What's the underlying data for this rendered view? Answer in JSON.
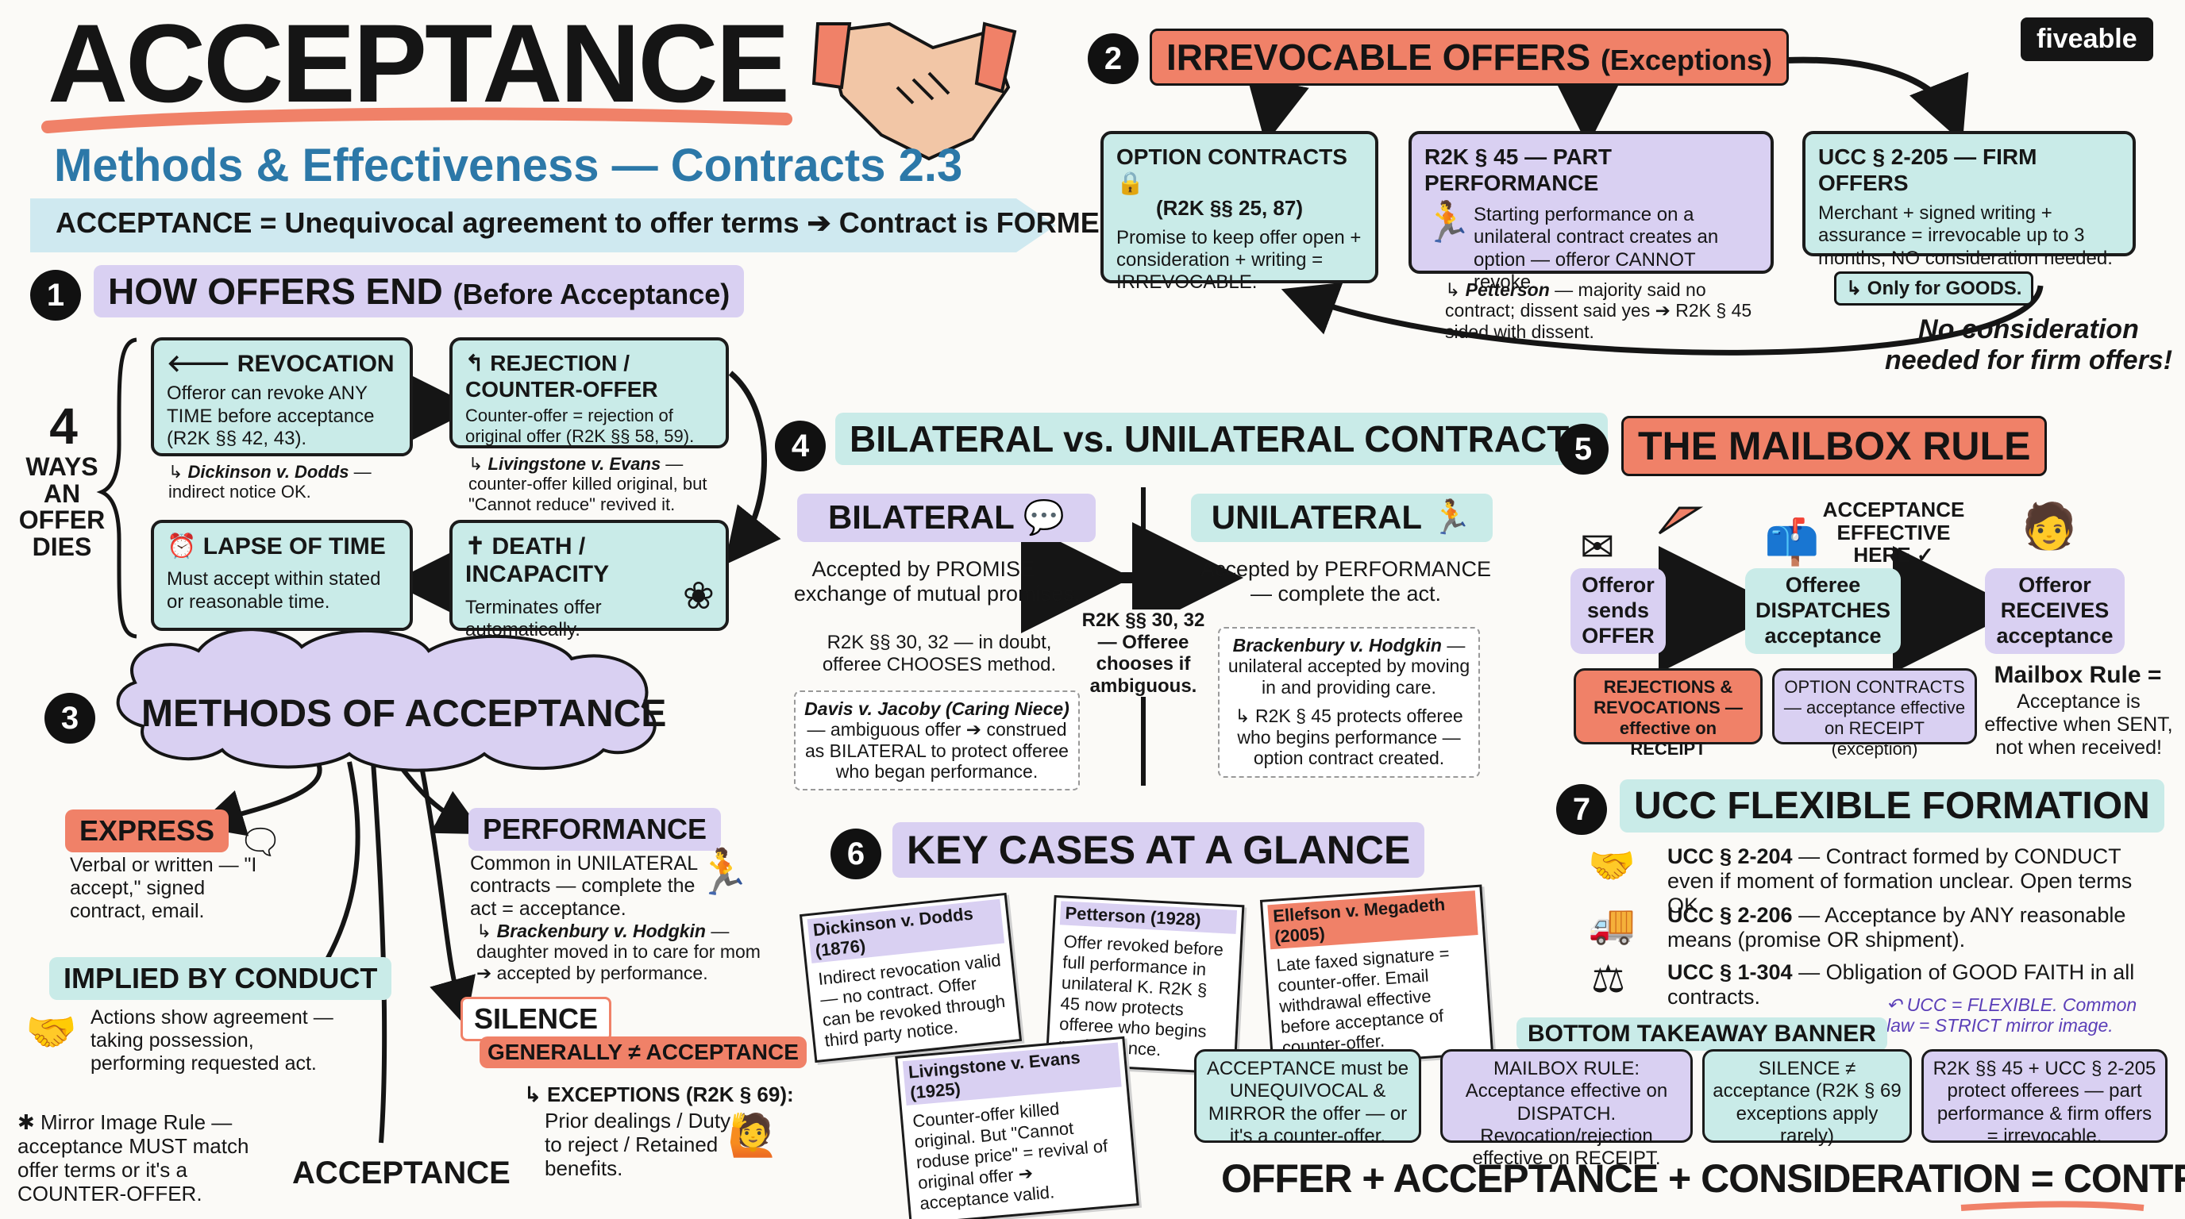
{
  "header": {
    "title": "ACCEPTANCE",
    "subtitle": "Methods & Effectiveness — Contracts 2.3",
    "definition": "ACCEPTANCE = Unequivocal agreement to offer terms ➔ Contract is FORMED",
    "brand": "fiveable"
  },
  "colors": {
    "teal": "#c9ebe8",
    "lavender": "#d9d0f2",
    "salmon": "#f08168",
    "ink": "#151515",
    "blue_title": "#2c78a8"
  },
  "section1": {
    "num": "1",
    "title": "HOW OFFERS END",
    "title_sub": "(Before Acceptance)",
    "ways_num": "4",
    "ways_label": "WAYS AN OFFER DIES",
    "revocation": {
      "title": "REVOCATION",
      "body": "Offeror can revoke ANY TIME before acceptance (R2K §§ 42, 43).",
      "note_case": "Dickinson v. Dodds",
      "note_rest": " — indirect notice OK."
    },
    "rejection": {
      "title": "REJECTION / COUNTER-OFFER",
      "body": "Counter-offer = rejection of original offer (R2K §§ 58, 59).",
      "note_case": "Livingstone v. Evans",
      "note_rest": " — counter-offer killed original, but \"Cannot reduce\" revived it."
    },
    "lapse": {
      "title": "LAPSE OF TIME",
      "body": "Must accept within stated or reasonable time."
    },
    "death": {
      "title": "DEATH / INCAPACITY",
      "body": "Terminates offer automatically."
    }
  },
  "section2": {
    "num": "2",
    "title": "IRREVOCABLE OFFERS",
    "title_sub": "(Exceptions)",
    "option": {
      "title": "OPTION CONTRACTS",
      "cite": "(R2K §§ 25, 87)",
      "body": "Promise to keep offer open + consideration + writing = IRREVOCABLE."
    },
    "part": {
      "title": "R2K § 45 — PART PERFORMANCE",
      "body": "Starting performance on a unilateral contract creates an option — offeror CANNOT revoke.",
      "note_case": "Petterson",
      "note_rest": " — majority said no contract; dissent said yes ➔ R2K § 45 sided with dissent."
    },
    "firm": {
      "title": "UCC § 2-205 — FIRM OFFERS",
      "body": "Merchant + signed writing + assurance = irrevocable up to 3 months, NO consideration needed.",
      "note": "Only for GOODS.",
      "callout": "No consideration needed for firm offers!"
    }
  },
  "section3": {
    "num": "3",
    "title": "METHODS OF ACCEPTANCE",
    "root": "ACCEPTANCE",
    "express": {
      "title": "EXPRESS",
      "body": "Verbal or written — \"I accept,\" signed contract, email."
    },
    "implied": {
      "title": "IMPLIED BY CONDUCT",
      "body": "Actions show agreement — taking possession, performing requested act."
    },
    "mirror": "✱ Mirror Image Rule — acceptance MUST match offer terms or it's a COUNTER-OFFER.",
    "performance": {
      "title": "PERFORMANCE",
      "body": "Common in UNILATERAL contracts — complete the act = acceptance.",
      "note_case": "Brackenbury v. Hodgkin",
      "note_rest": " — daughter moved in to care for mom ➔ accepted by performance."
    },
    "silence": {
      "title": "SILENCE",
      "sub": "GENERALLY ≠ ACCEPTANCE",
      "exceptions": "EXCEPTIONS (R2K § 69):",
      "body": "Prior dealings / Duty to reject / Retained benefits."
    }
  },
  "section4": {
    "num": "4",
    "title": "BILATERAL vs. UNILATERAL CONTRACTS",
    "bilateral": {
      "title": "BILATERAL",
      "body": "Accepted by PROMISE — exchange of mutual promises.",
      "rule": "R2K §§ 30, 32 — in doubt, offeree CHOOSES method.",
      "case_title": "Davis v. Jacoby (Caring Niece)",
      "case_body": " — ambiguous offer ➔ construed as BILATERAL to protect offeree who began performance."
    },
    "middle": "R2K §§ 30, 32 — Offeree chooses if ambiguous.",
    "unilateral": {
      "title": "UNILATERAL",
      "body": "Accepted by PERFORMANCE — complete the act.",
      "case_title": "Brackenbury v. Hodgkin",
      "case_body": " — unilateral accepted by moving in and providing care.",
      "rule": "R2K § 45 protects offeree who begins performance — option contract created."
    }
  },
  "section5": {
    "num": "5",
    "title": "THE MAILBOX RULE",
    "step1": "Offeror sends OFFER",
    "step2": "Offeree DISPATCHES acceptance",
    "step3": "Offeror RECEIVES acceptance",
    "flag": "ACCEPTANCE EFFECTIVE HERE ✓",
    "rejections": "REJECTIONS & REVOCATIONS — effective on RECEIPT",
    "options": "OPTION CONTRACTS — acceptance effective on RECEIPT (exception)",
    "summary_title": "Mailbox Rule =",
    "summary_body": "Acceptance is effective when SENT, not when received!"
  },
  "section6": {
    "num": "6",
    "title": "KEY CASES AT A GLANCE",
    "cases": [
      {
        "title": "Dickinson v. Dodds (1876)",
        "body": "Indirect revocation valid — no contract. Offer can be revoked through third party notice."
      },
      {
        "title": "Petterson (1928)",
        "body": "Offer revoked before full performance in unilateral K. R2K § 45 now protects offeree who begins performance."
      },
      {
        "title": "Ellefson v. Megadeth (2005)",
        "body": "Late faxed signature = counter-offer. Email withdrawal effective before acceptance of counter-offer."
      },
      {
        "title": "Livingstone v. Evans (1925)",
        "body": "Counter-offer killed original. But \"Cannot roduse price\" = revival of original offer ➔ acceptance valid."
      }
    ]
  },
  "section7": {
    "num": "7",
    "title": "UCC FLEXIBLE FORMATION",
    "items": [
      {
        "head": "UCC § 2-204",
        "body": " — Contract formed by CONDUCT even if moment of formation unclear. Open terms OK."
      },
      {
        "head": "UCC § 2-206",
        "body": " — Acceptance by ANY reasonable means (promise OR shipment)."
      },
      {
        "head": "UCC § 1-304",
        "body": " — Obligation of GOOD FAITH in all contracts."
      }
    ],
    "aside": "UCC = FLEXIBLE. Common law = STRICT mirror image."
  },
  "banner": {
    "label": "BOTTOM TAKEAWAY BANNER",
    "boxes": [
      "ACCEPTANCE must be UNEQUIVOCAL & MIRROR the offer — or it's a counter-offer.",
      "MAILBOX RULE: Acceptance effective on DISPATCH. Revocation/rejection effective on RECEIPT.",
      "SILENCE ≠ acceptance (R2K § 69 exceptions apply rarely)",
      "R2K §§ 45 + UCC § 2-205 protect offerees — part performance & firm offers = irrevocable."
    ],
    "formula_prefix": "OFFER + ACCEPTANCE + CONSIDERATION = ",
    "formula_end": "CONTRACT"
  }
}
